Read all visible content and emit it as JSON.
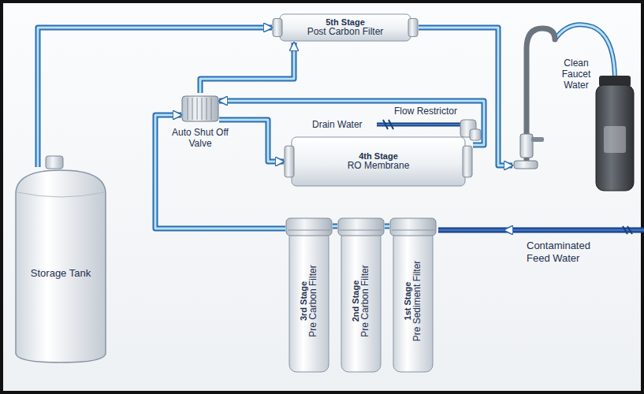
{
  "diagram": {
    "nodes": [
      {
        "text": [
          "5th Stage",
          "Post Carbon Filter"
        ]
      },
      {
        "text": [
          "Clean Faucet Water"
        ]
      },
      {
        "text": [
          "Auto Shut Off Valve"
        ]
      },
      {
        "text": [
          "4th Stage",
          "RO Membrane"
        ]
      },
      {
        "text": [
          "Storage Tank"
        ]
      },
      {
        "text": [
          "3rd Stage",
          "Pre Carbon Filter"
        ]
      },
      {
        "text": [
          "2nd Stage",
          "Pre Carbon Filter"
        ]
      },
      {
        "text": [
          "1st Stage",
          "Pre Sediment Filter"
        ]
      }
    ],
    "edges": [
      {
        "from": 7,
        "to": 6,
        "arrow": "none"
      },
      {
        "from": 6,
        "to": 5,
        "arrow": "none"
      },
      {
        "from": 5,
        "to": 2,
        "arrow": "to"
      },
      {
        "from": 2,
        "to": 3,
        "arrow": "to"
      },
      {
        "from": 3,
        "to": 2,
        "arrow": "to"
      },
      {
        "from": 2,
        "to": 0,
        "arrow": "to"
      },
      {
        "from": 4,
        "to": 0,
        "arrow": "to"
      },
      {
        "from": 0,
        "to": 1,
        "arrow": "to"
      }
    ],
    "labels": [
      "Flow Restrictor",
      "Drain Water",
      "Contaminated Feed Water"
    ]
  }
}
